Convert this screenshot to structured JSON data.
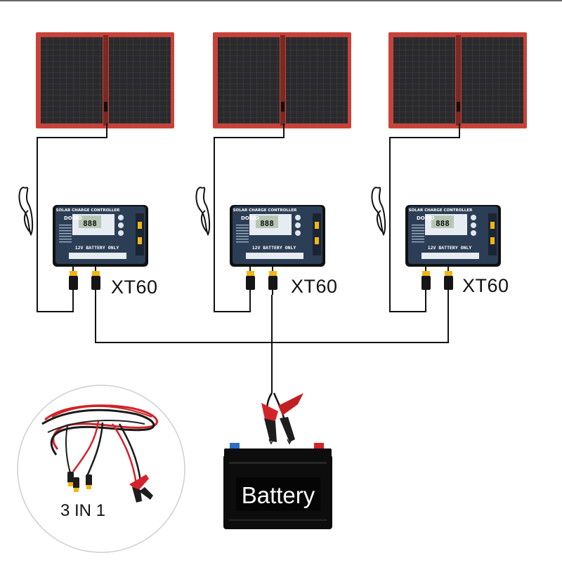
{
  "diagram": {
    "top_rule": true,
    "connector_label": "XT60",
    "controller": {
      "brand": "DOKIO",
      "header": "SOLAR CHARGE CONTROLLER",
      "battery_text": "12V BATTERY ONLY",
      "lcd_reading": "888"
    },
    "battery_label": "Battery",
    "cable_kit_label": "3 IN 1",
    "colors": {
      "panel_frame": "#c9423a",
      "panel_cell": "#2b2b2e",
      "controller_body": "#2c3e55",
      "controller_panel": "#e7ecf2",
      "xt60_yellow": "#f2b614",
      "wire_red": "#d3232a",
      "battery_body": "#0d0d0d"
    },
    "icons": [
      "solar-panel-icon",
      "charge-controller-icon",
      "xt60-connector-icon",
      "alligator-clip-icon",
      "car-battery-icon",
      "cable-bundle-icon"
    ]
  }
}
